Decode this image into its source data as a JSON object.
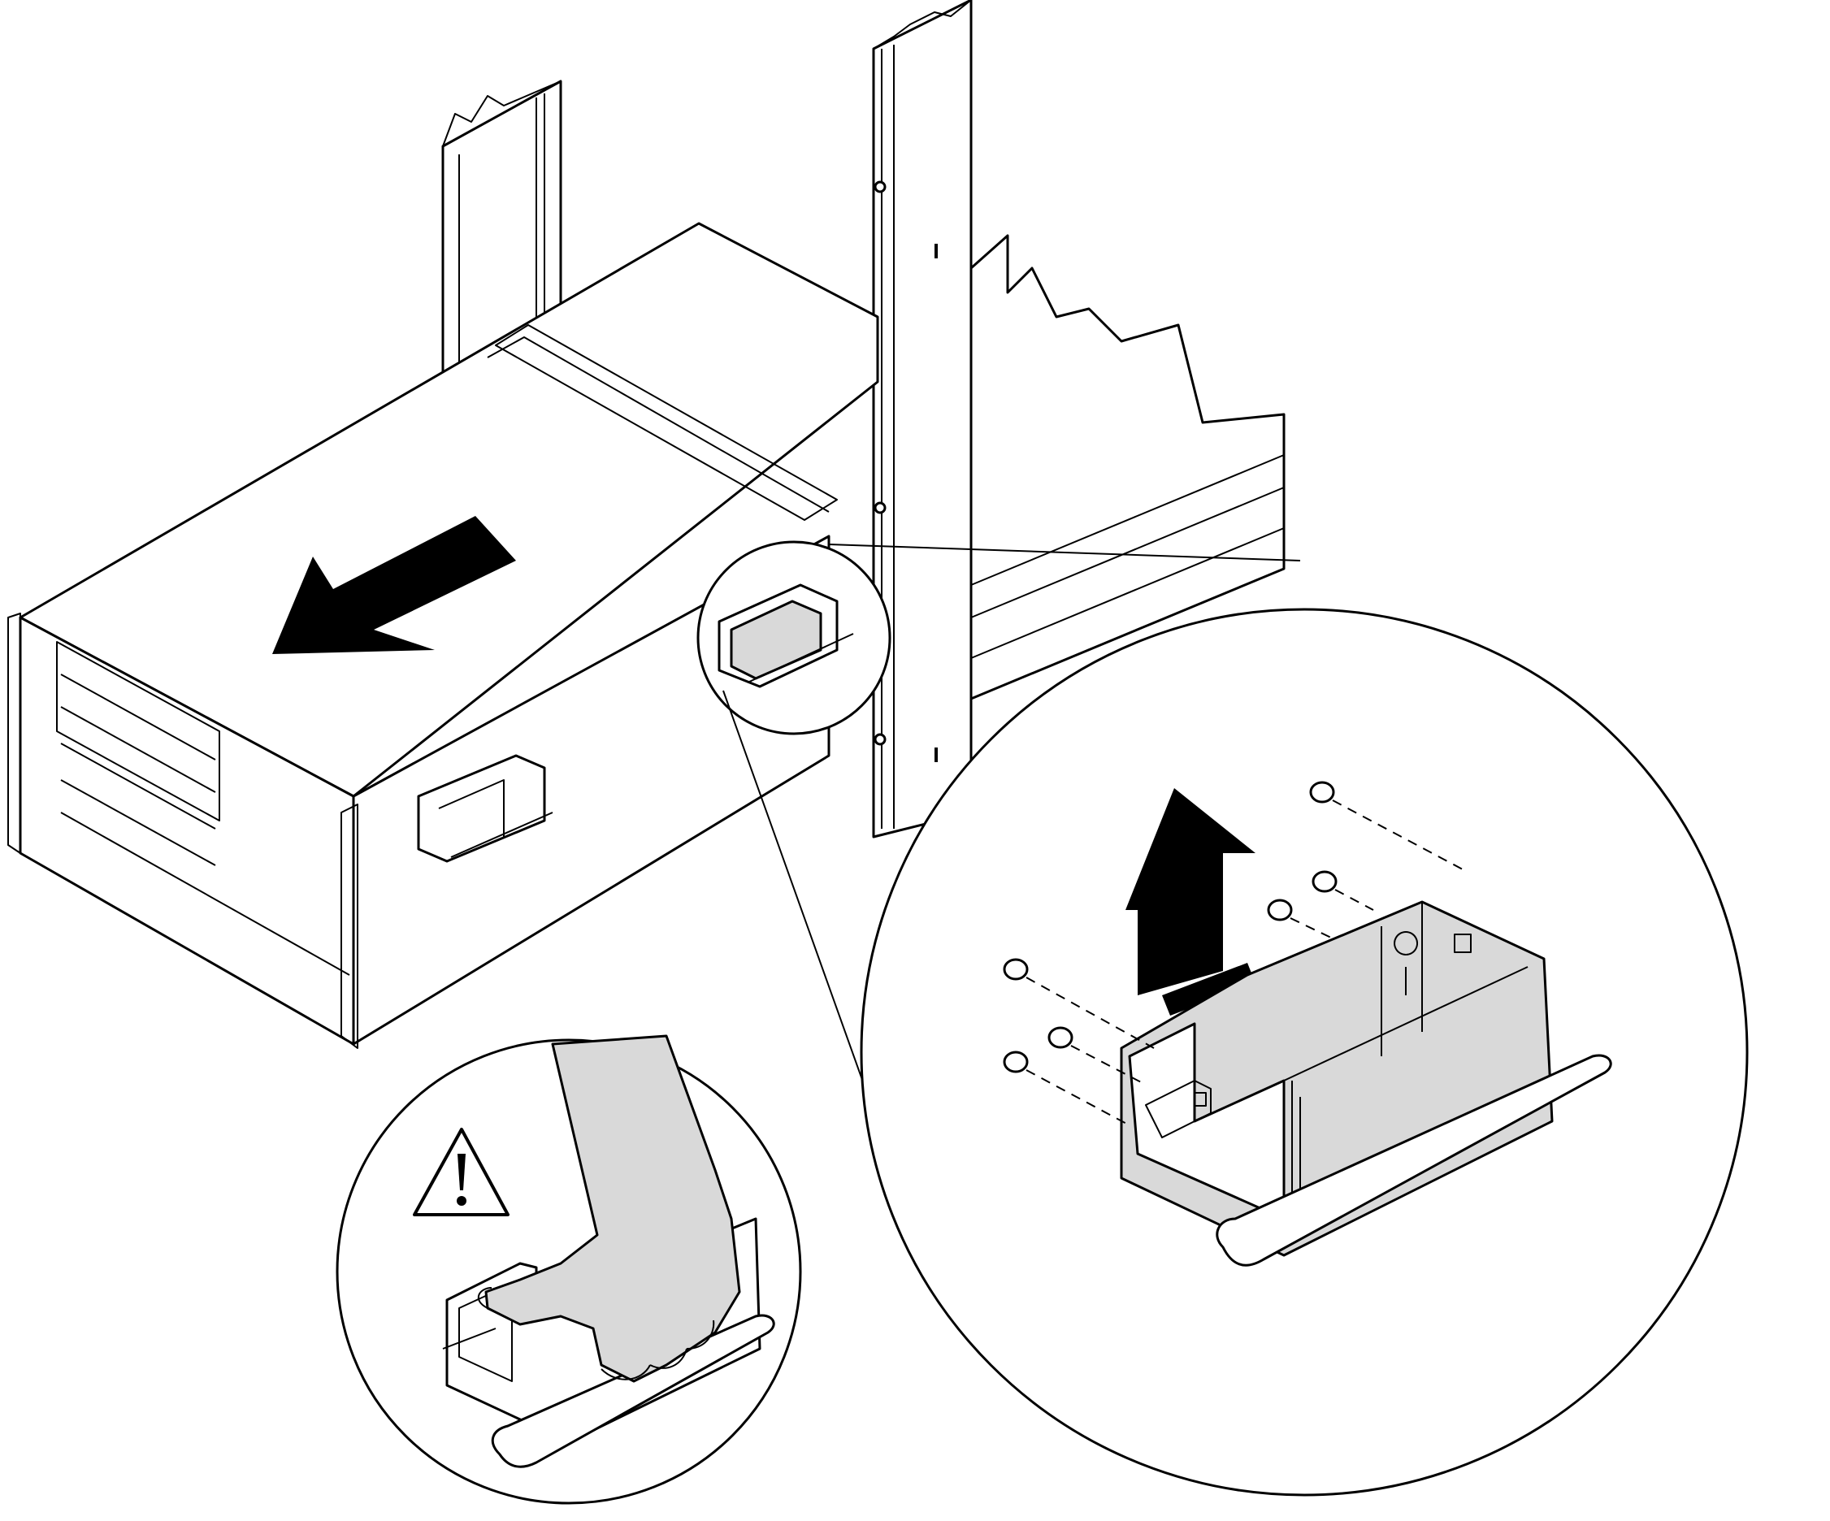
{
  "figure": {
    "arrow_slide_direction": "left",
    "arrow_lift_direction": "up",
    "callouts": [
      "rack-handle-detail",
      "caution-grip-detail"
    ],
    "colors": {
      "line": "#000000",
      "fill": "#ffffff",
      "shade": "#d9d9d9"
    },
    "icons": [
      "slide-out-arrow-icon",
      "lift-up-arrow-icon",
      "caution-icon",
      "hand-icon",
      "screw-icon"
    ]
  }
}
